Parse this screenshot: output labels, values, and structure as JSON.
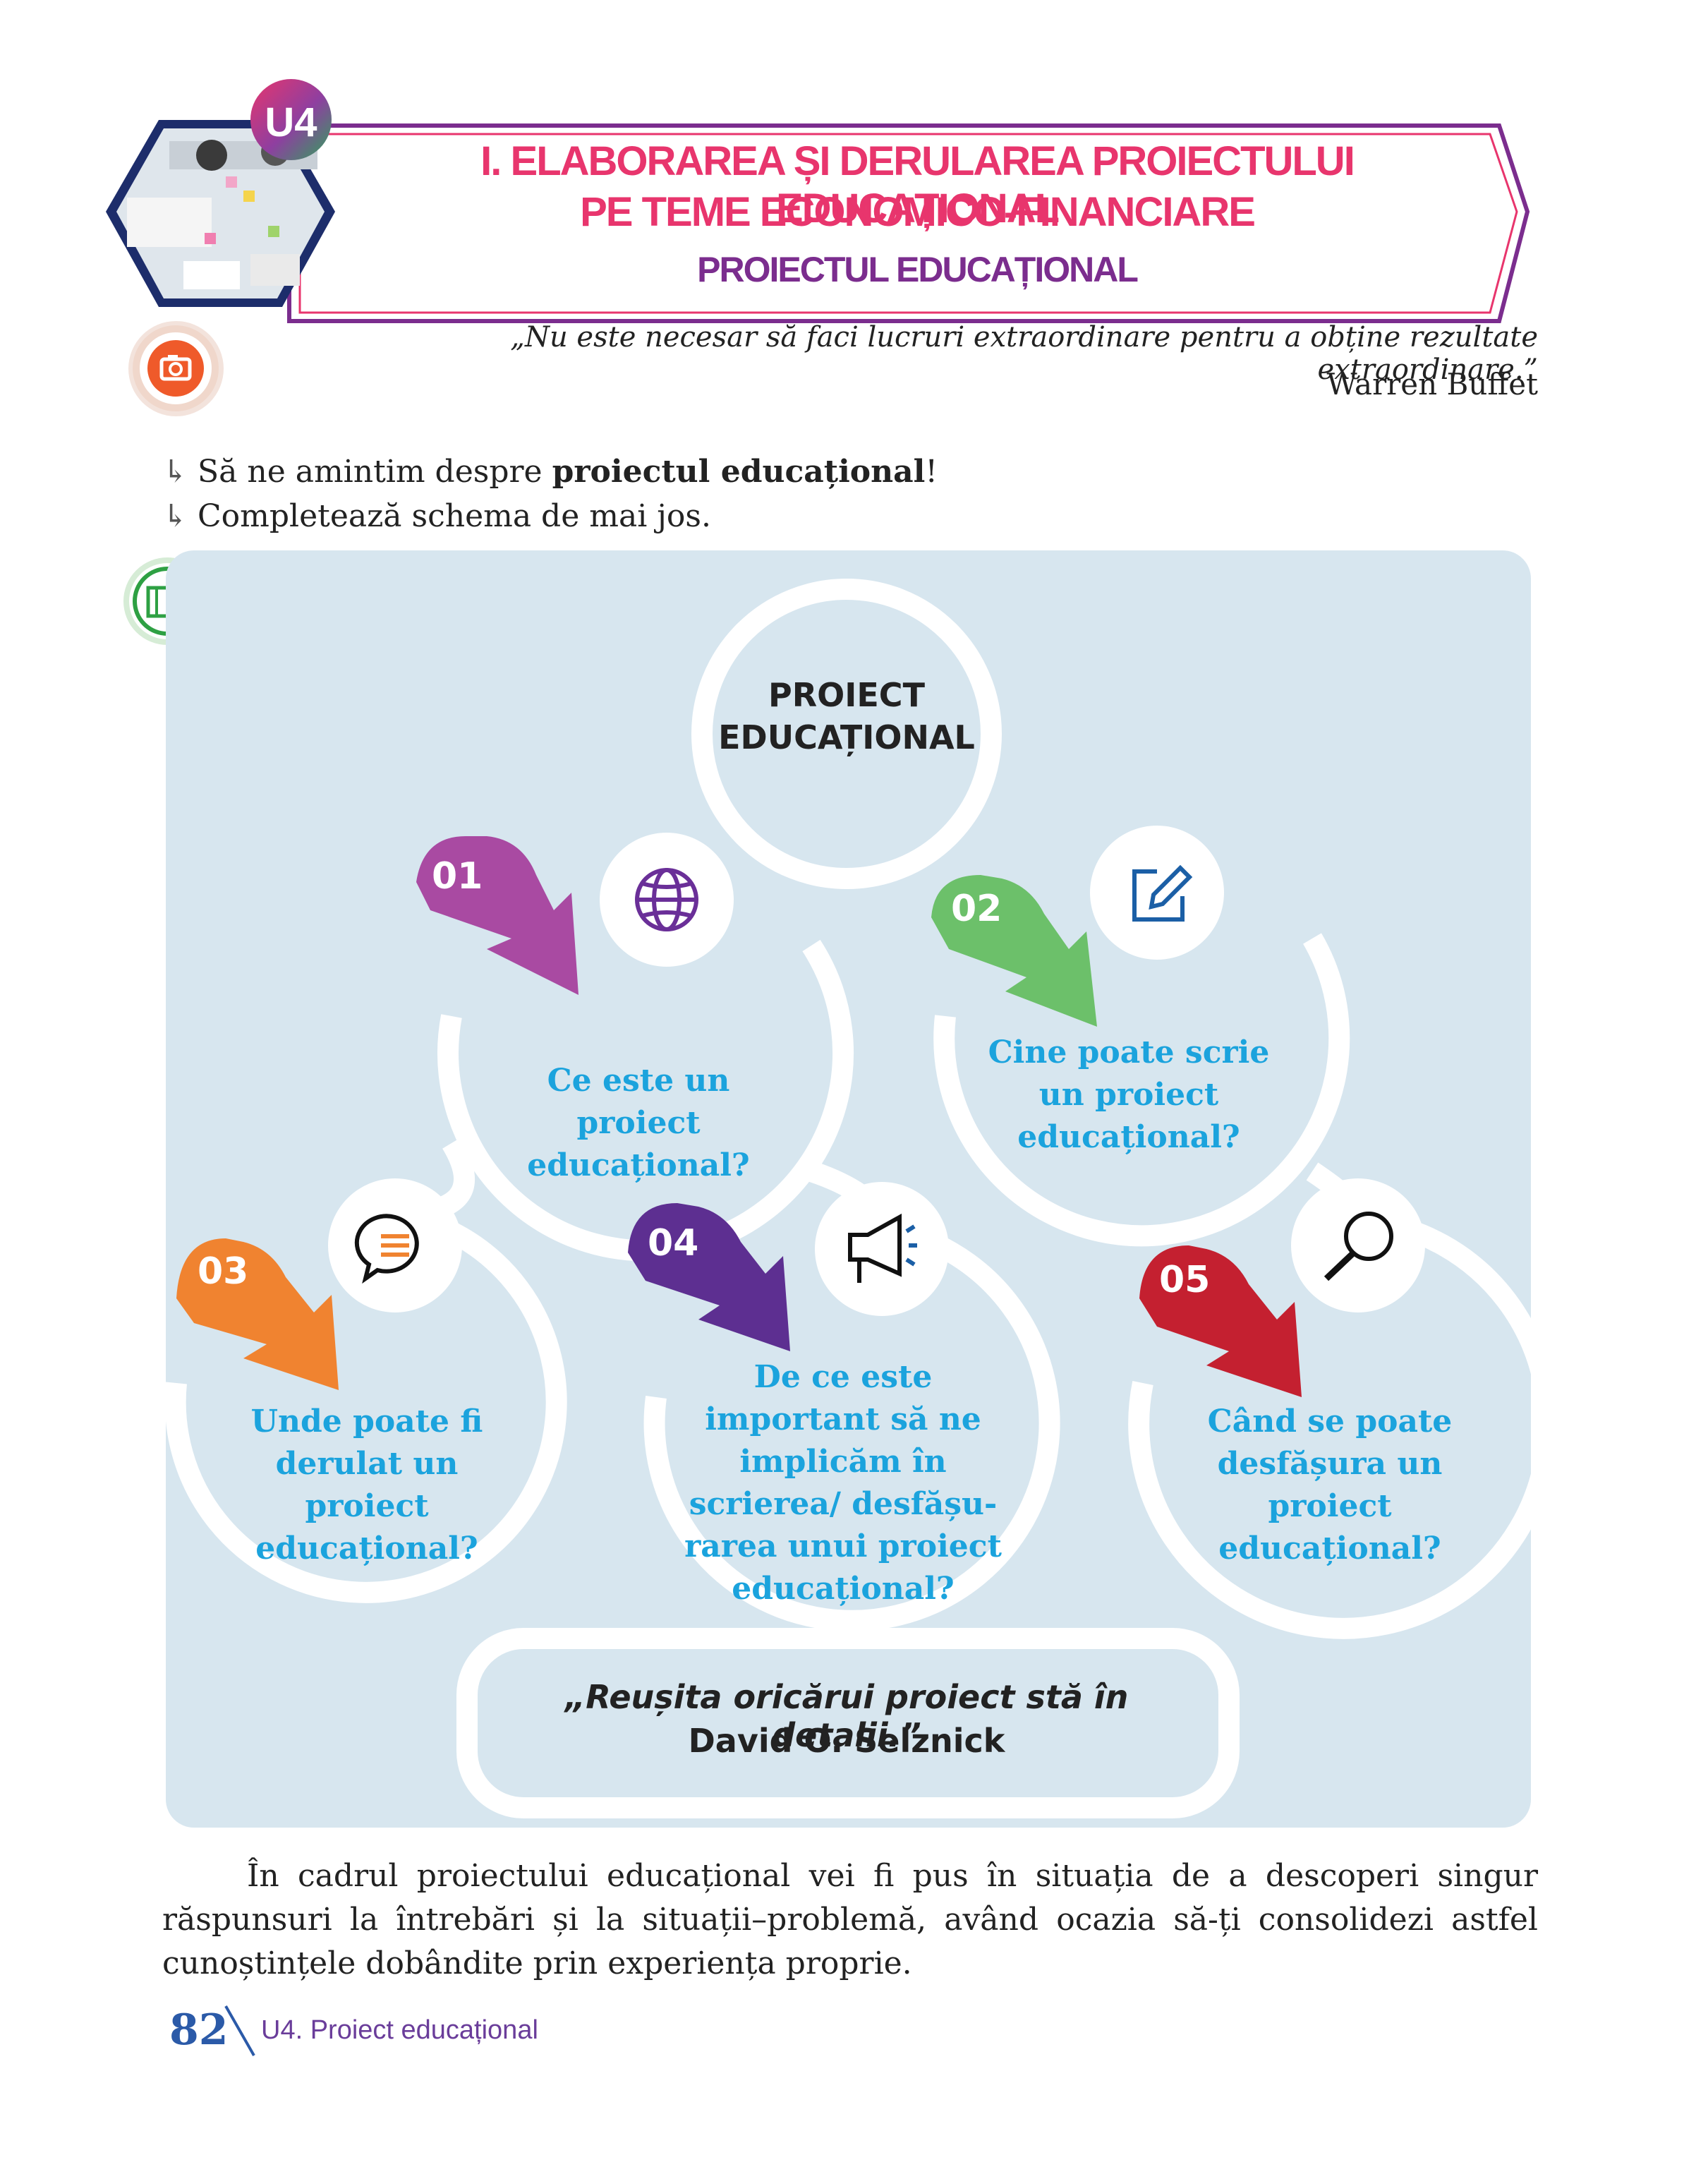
{
  "header": {
    "badge": "U4",
    "title_line1": "I. ELABORAREA ȘI DERULAREA PROIECTULUI EDUCAȚIONAL",
    "title_line2": "PE TEME ECONOMICO-FINANCIARE",
    "subtitle": "PROIECTUL EDUCAȚIONAL"
  },
  "quote": {
    "text": "„Nu este necesar să faci lucruri extraordinare pentru a obține rezultate extraordinare.”",
    "author": "Warren Buffet"
  },
  "instructions": {
    "line1_pre": "Să ne amintim despre ",
    "line1_bold": "proiectul educațional",
    "line1_post": "!",
    "line2": "Completează schema de mai jos."
  },
  "diagram": {
    "center_line1": "PROIECT",
    "center_line2": "EDUCAȚIONAL",
    "steps": [
      {
        "num": "01",
        "question": "Ce este un proiect educațional?",
        "color": "#a94aa2",
        "icon": "globe-icon"
      },
      {
        "num": "02",
        "question": "Cine poate scrie un proiect educațional?",
        "color": "#6cc06a",
        "icon": "edit-icon"
      },
      {
        "num": "03",
        "question": "Unde poate fi derulat un proiect educațional?",
        "color": "#f08330",
        "icon": "chat-icon"
      },
      {
        "num": "04",
        "question": "De ce este important să ne implicăm în scrierea/ desfășu-rarea unui proiect educațional?",
        "color": "#5d2f91",
        "icon": "megaphone-icon"
      },
      {
        "num": "05",
        "question": "Când se poate desfășura un proiect educațional?",
        "color": "#c42030",
        "icon": "magnifier-icon"
      }
    ],
    "bottom_quote": "„Reușita oricărui proiect stă în detalii.”",
    "bottom_author": "David O. Selznick"
  },
  "paragraph": "În cadrul proiectului educațional vei fi pus în situația de a descoperi singur răspunsuri la întrebări și la situații–problemă, având ocazia să-ți consolidezi astfel cunoștințele dobândite prin experiența proprie.",
  "footer": {
    "page_number": "82",
    "section": "U4. Proiect educațional"
  },
  "colors": {
    "title": "#e8356d",
    "subtitle": "#7b2d8e",
    "panel_bg": "#d7e6ef",
    "question_text": "#1ba3dd"
  }
}
